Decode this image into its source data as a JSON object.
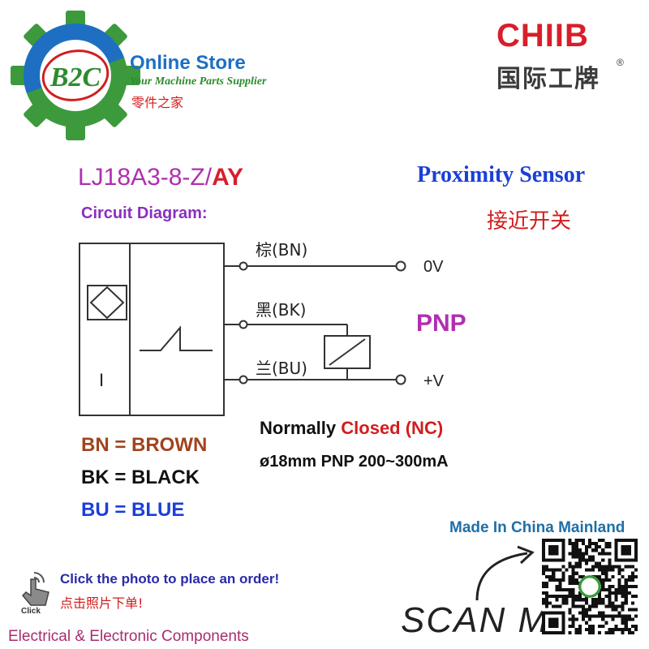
{
  "header": {
    "store_logo_text": "B2C",
    "store_title": "Online Store",
    "store_tagline": "Your Machine Parts Supplier",
    "store_cn": "零件之家",
    "brand_name": "CHIIB",
    "brand_cn": "国际工牌",
    "brand_reg": "®"
  },
  "product": {
    "model_prefix": "LJ18A3-8-Z/",
    "model_suffix": "AY",
    "circuit_title": "Circuit Diagram:",
    "sensor_title": "Proximity Sensor",
    "sensor_cn": "接近开关",
    "type": "PNP"
  },
  "diagram": {
    "wire_bn": "棕(BN)",
    "wire_bk": "黑(BK)",
    "wire_bu": "兰(BU)",
    "terminal_0v": "0V",
    "terminal_pv": "+V",
    "internal_label": "I"
  },
  "specs": {
    "nc_prefix": "Normally ",
    "nc_highlight": "Closed (NC)",
    "line2": "ø18mm PNP 200~300mA"
  },
  "legend": {
    "bn": "BN = BROWN",
    "bk": "BK = BLACK",
    "bu": "BU = BLUE"
  },
  "footer": {
    "made_in": "Made In China Mainland",
    "scan_me": "SCAN ME",
    "click_icon_label": "Click",
    "click_en": "Click the photo to place an order!",
    "click_cn": "点击照片下单!",
    "category": "Electrical & Electronic Components"
  },
  "colors": {
    "gear_green": "#3c9a3c",
    "gear_blue": "#1e6fc2",
    "brand_red": "#d81e2a",
    "accent_purple": "#b02fb0"
  }
}
